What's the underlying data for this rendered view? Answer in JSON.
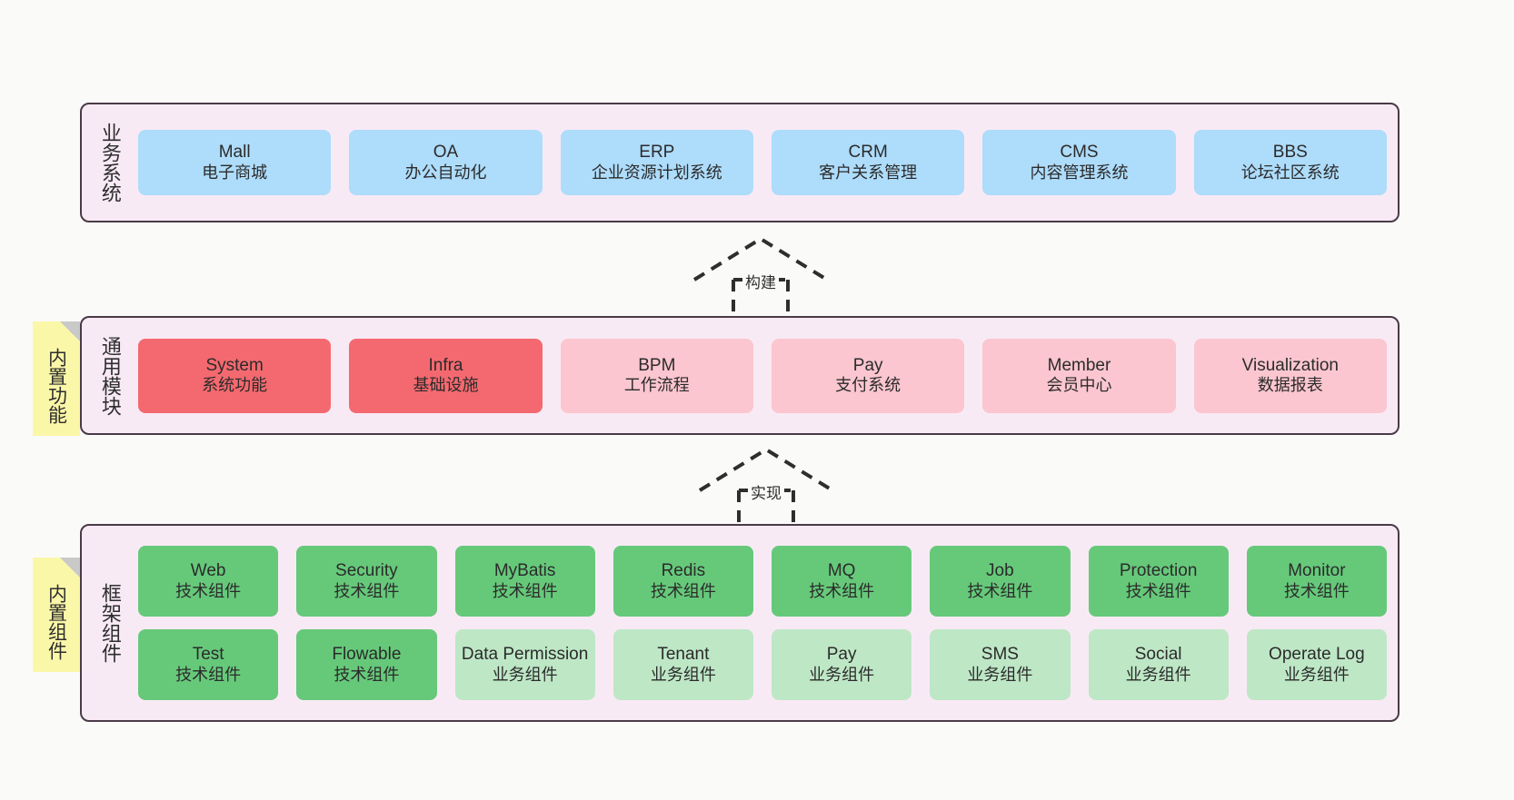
{
  "diagram": {
    "background_color": "#FAFAF8",
    "panel_color": "#F8EAF5",
    "panel_border_color": "#4A3A47",
    "sticky_color": "#FBF7A8"
  },
  "layers": {
    "business": {
      "title": "业务系统",
      "accent": "#AEDCFB",
      "items": [
        {
          "name": "Mall",
          "desc": "电子商城"
        },
        {
          "name": "OA",
          "desc": "办公自动化"
        },
        {
          "name": "ERP",
          "desc": "企业资源计划系统"
        },
        {
          "name": "CRM",
          "desc": "客户关系管理"
        },
        {
          "name": "CMS",
          "desc": "内容管理系统"
        },
        {
          "name": "BBS",
          "desc": "论坛社区系统"
        }
      ]
    },
    "modules": {
      "title": "通用模块",
      "sticky": "内置功能",
      "accent_strong": "#F4696F",
      "accent_light": "#FBC6CF",
      "items": [
        {
          "name": "System",
          "desc": "系统功能",
          "style": "strong"
        },
        {
          "name": "Infra",
          "desc": "基础设施",
          "style": "strong"
        },
        {
          "name": "BPM",
          "desc": "工作流程",
          "style": "light"
        },
        {
          "name": "Pay",
          "desc": "支付系统",
          "style": "light"
        },
        {
          "name": "Member",
          "desc": "会员中心",
          "style": "light"
        },
        {
          "name": "Visualization",
          "desc": "数据报表",
          "style": "light"
        }
      ]
    },
    "framework": {
      "title": "框架组件",
      "sticky": "内置组件",
      "accent_strong": "#66C97A",
      "accent_light": "#BEE7C6",
      "row1": [
        {
          "name": "Web",
          "desc": "技术组件"
        },
        {
          "name": "Security",
          "desc": "技术组件"
        },
        {
          "name": "MyBatis",
          "desc": "技术组件"
        },
        {
          "name": "Redis",
          "desc": "技术组件"
        },
        {
          "name": "MQ",
          "desc": "技术组件"
        },
        {
          "name": "Job",
          "desc": "技术组件"
        },
        {
          "name": "Protection",
          "desc": "技术组件"
        },
        {
          "name": "Monitor",
          "desc": "技术组件"
        }
      ],
      "row2": [
        {
          "name": "Test",
          "desc": "技术组件",
          "style": "strong"
        },
        {
          "name": "Flowable",
          "desc": "技术组件",
          "style": "strong"
        },
        {
          "name": "Data Permission",
          "desc": "业务组件",
          "style": "light"
        },
        {
          "name": "Tenant",
          "desc": "业务组件",
          "style": "light"
        },
        {
          "name": "Pay",
          "desc": "业务组件",
          "style": "light"
        },
        {
          "name": "SMS",
          "desc": "业务组件",
          "style": "light"
        },
        {
          "name": "Social",
          "desc": "业务组件",
          "style": "light"
        },
        {
          "name": "Operate Log",
          "desc": "业务组件",
          "style": "light"
        }
      ]
    }
  },
  "arrows": [
    {
      "id": "build",
      "label": "构建"
    },
    {
      "id": "realize",
      "label": "实现"
    }
  ]
}
